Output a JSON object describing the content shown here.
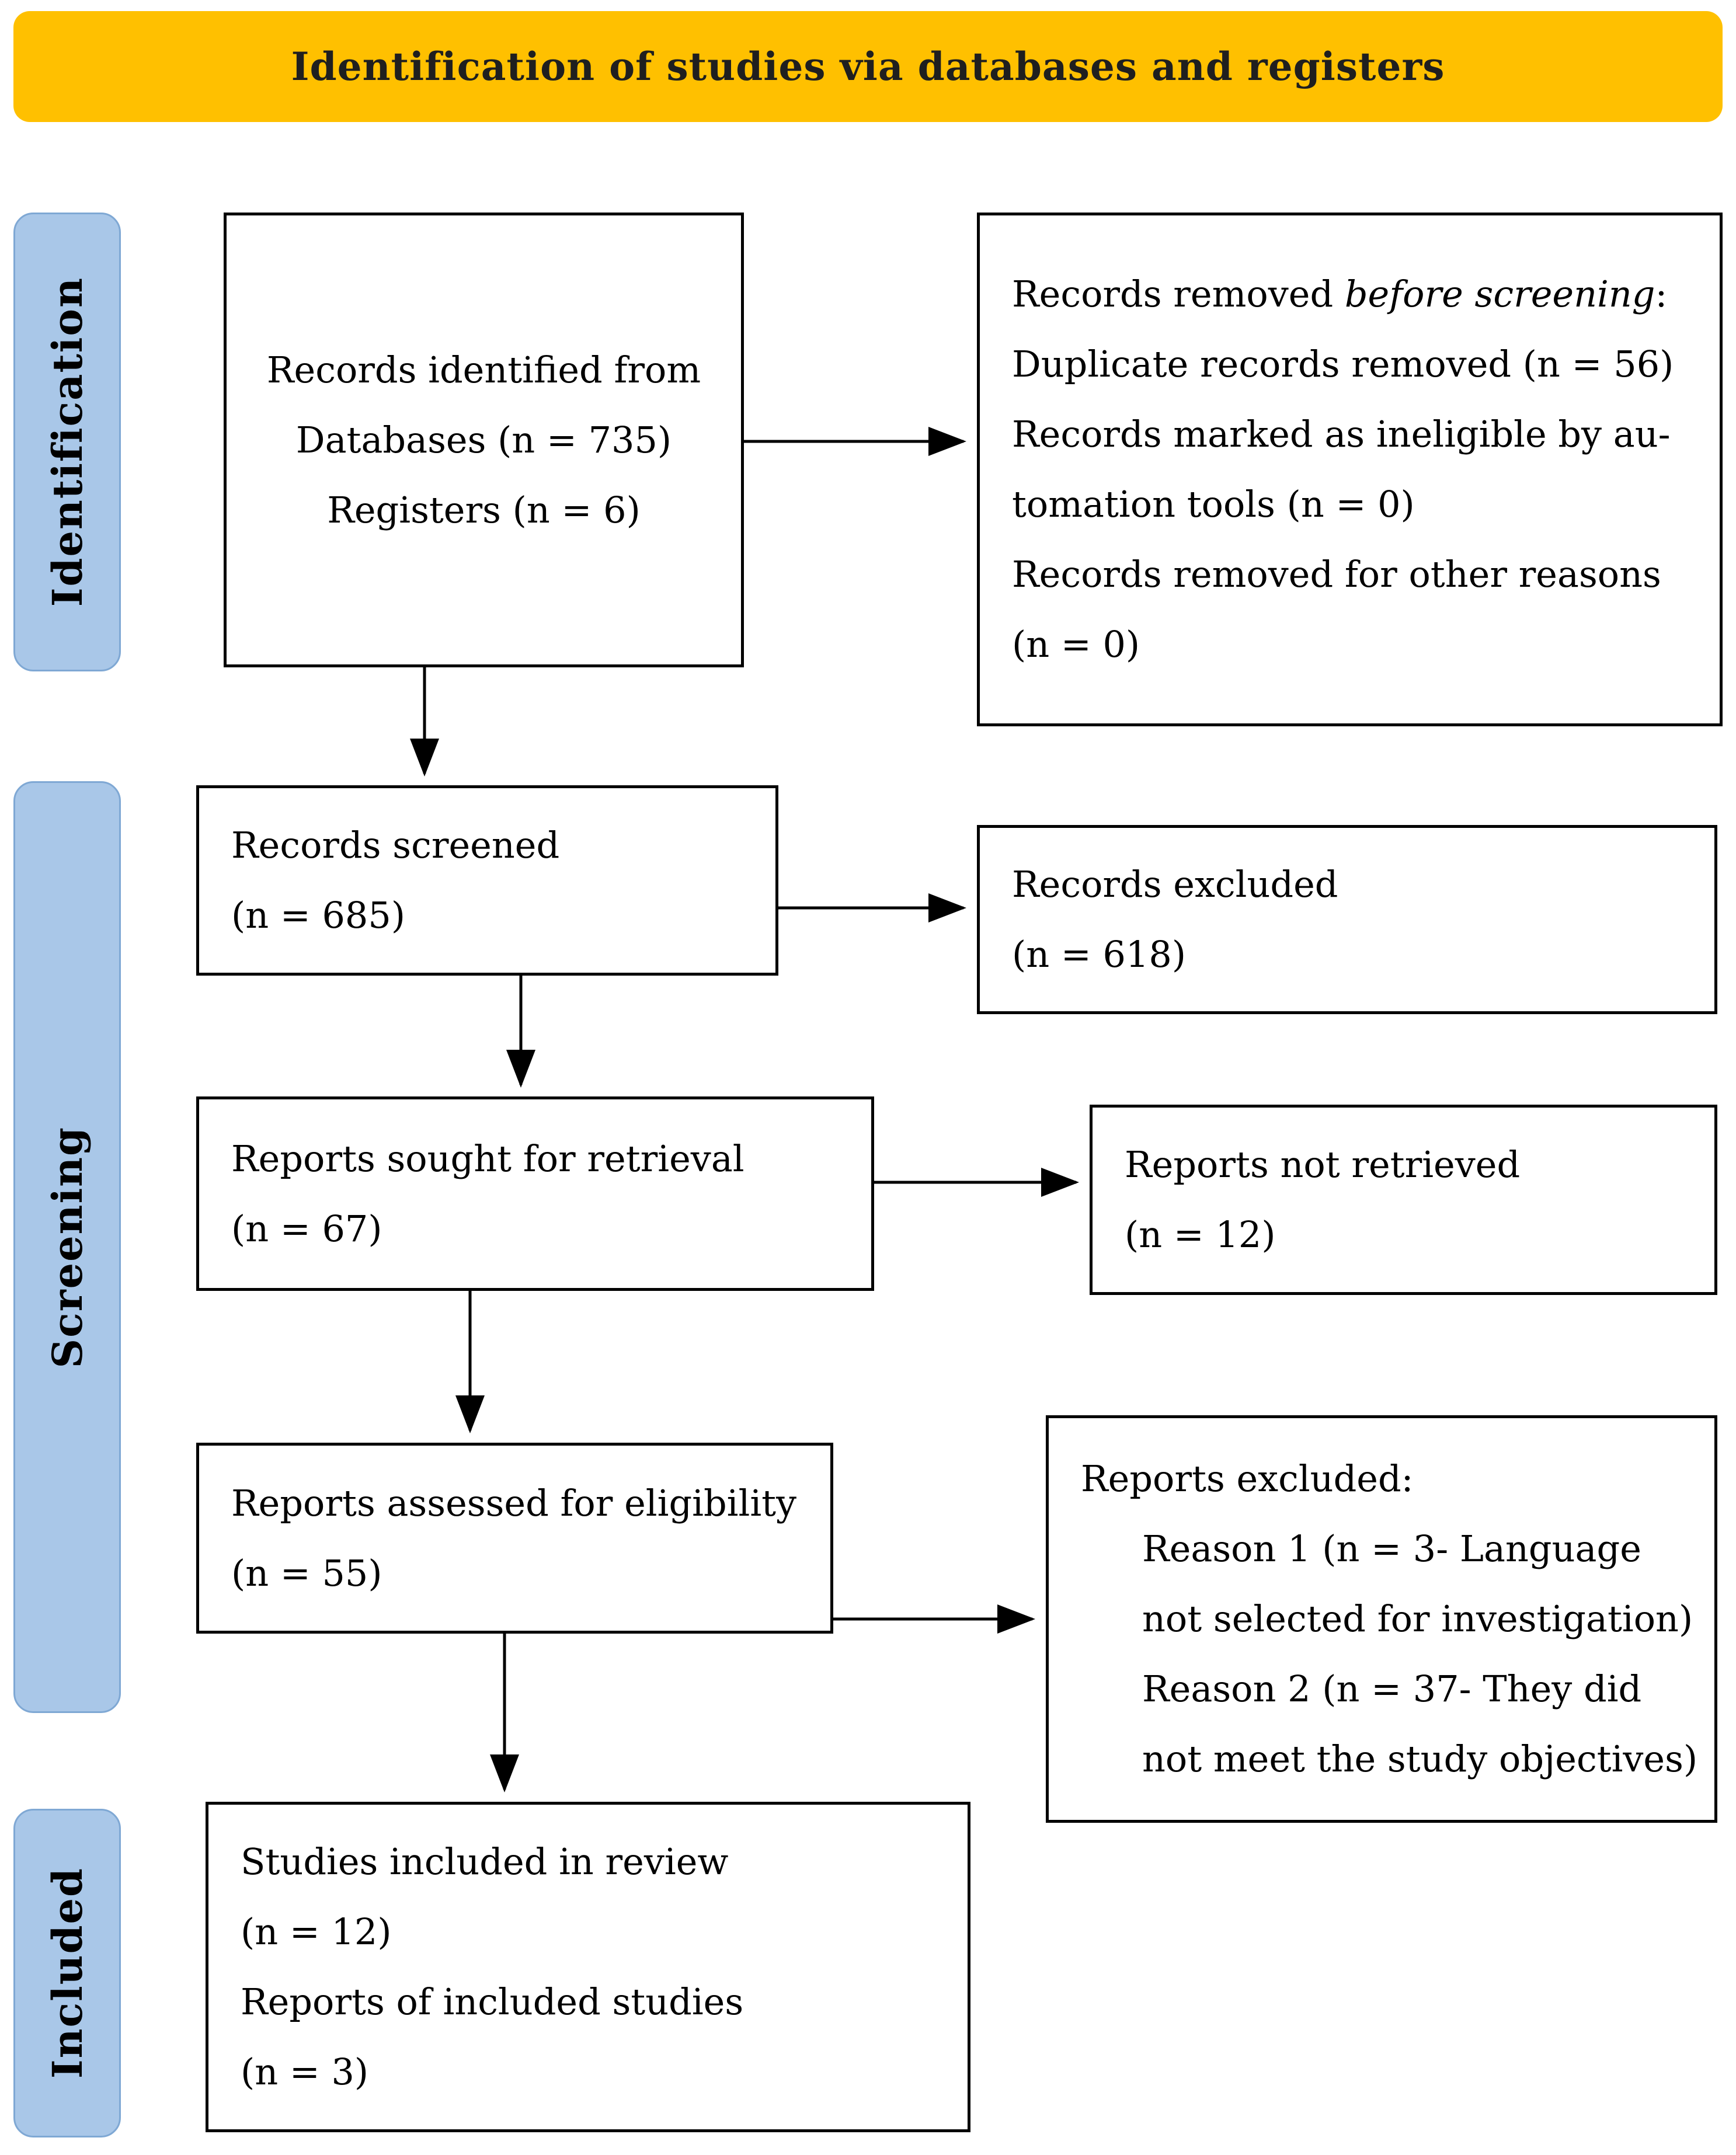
{
  "banner": {
    "title": "Identification of studies via databases and registers"
  },
  "stages": {
    "identification": "Identification",
    "screening": "Screening",
    "included": "Included"
  },
  "colors": {
    "banner_bg": "#FFC000",
    "banner_text": "#1f1f1f",
    "stage_bg": "#A9C7E8",
    "stage_border": "#7FA8D4",
    "box_border": "#000000",
    "arrow": "#000000"
  },
  "boxes": {
    "records_identified": {
      "lines": [
        "Records identified from",
        "Databases (n = 735)",
        "Registers (n = 6)"
      ]
    },
    "records_removed": {
      "title_prefix": "Records removed ",
      "title_italic": "before screening",
      "title_suffix": ":",
      "lines": [
        "Duplicate records removed (n = 56)",
        "Records marked as ineligible by au-",
        "tomation tools (n = 0)",
        "Records removed for other reasons",
        "(n = 0)"
      ]
    },
    "records_screened": {
      "lines": [
        "Records screened",
        "(n = 685)"
      ]
    },
    "records_excluded": {
      "lines": [
        "Records excluded",
        "(n = 618)"
      ]
    },
    "reports_sought": {
      "lines": [
        "Reports sought for retrieval",
        "(n = 67)"
      ]
    },
    "reports_not_retrieved": {
      "lines": [
        "Reports not retrieved",
        "(n = 12)"
      ]
    },
    "reports_assessed": {
      "lines": [
        "Reports assessed for eligibility",
        "(n = 55)"
      ]
    },
    "reports_excluded": {
      "title": "Reports excluded:",
      "reasons": [
        "Reason 1 (n = 3- Language",
        "not selected for investigation)",
        "Reason 2 (n = 37- They did",
        "not meet the study objectives)"
      ]
    },
    "studies_included": {
      "lines": [
        "Studies included in review",
        "(n = 12)",
        "Reports of included studies",
        "(n = 3)"
      ]
    }
  }
}
